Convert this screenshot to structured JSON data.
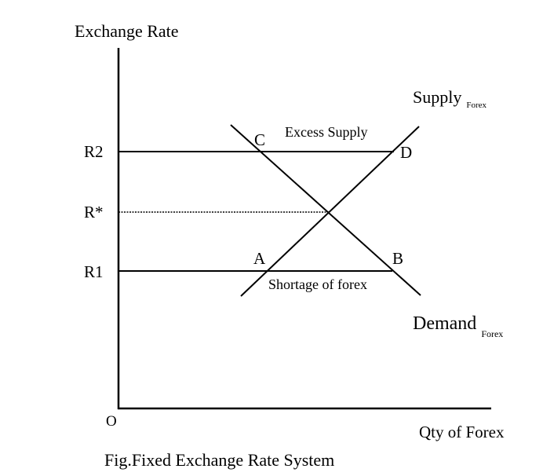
{
  "figure": {
    "caption": "Fig.Fixed Exchange Rate System",
    "y_axis_label": "Exchange Rate",
    "x_axis_label": "Qty of Forex",
    "origin_label": "O"
  },
  "rate_levels": {
    "r2": "R2",
    "r_star": "R*",
    "r1": "R1"
  },
  "curves": {
    "supply": {
      "label": "Supply",
      "subscript": "Forex"
    },
    "demand": {
      "label": "Demand",
      "subscript": "Forex"
    }
  },
  "points": {
    "a": "A",
    "b": "B",
    "c": "C",
    "d": "D"
  },
  "annotations": {
    "excess_supply": "Excess Supply",
    "shortage": "Shortage of forex"
  },
  "colors": {
    "line": "#000000",
    "background": "#ffffff"
  }
}
